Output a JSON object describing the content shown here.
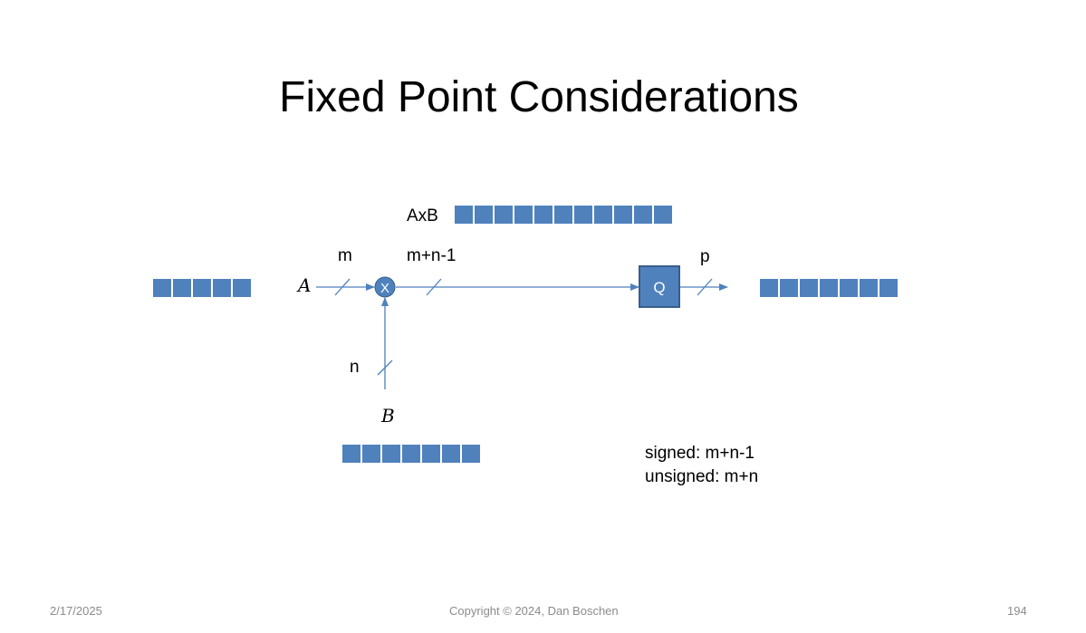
{
  "slide": {
    "title": "Fixed Point Considerations"
  },
  "diagram": {
    "product_label": "AxB",
    "input_a_label": "A",
    "input_b_label": "B",
    "width_a": "m",
    "width_b": "n",
    "width_product": "m+n-1",
    "width_out": "p",
    "multiplier_symbol": "X",
    "quantizer_symbol": "Q",
    "registers": {
      "a_bits": 5,
      "b_bits": 7,
      "product_bits": 11,
      "out_bits": 7
    },
    "notes": [
      "signed: m+n-1",
      "unsigned: m+n"
    ],
    "colors": {
      "register": "#4f81bd",
      "line": "#4f81bd",
      "block_border": "#385d8a"
    }
  },
  "footer": {
    "date": "2/17/2025",
    "copyright": "Copyright © 2024, Dan Boschen",
    "page": "194"
  }
}
